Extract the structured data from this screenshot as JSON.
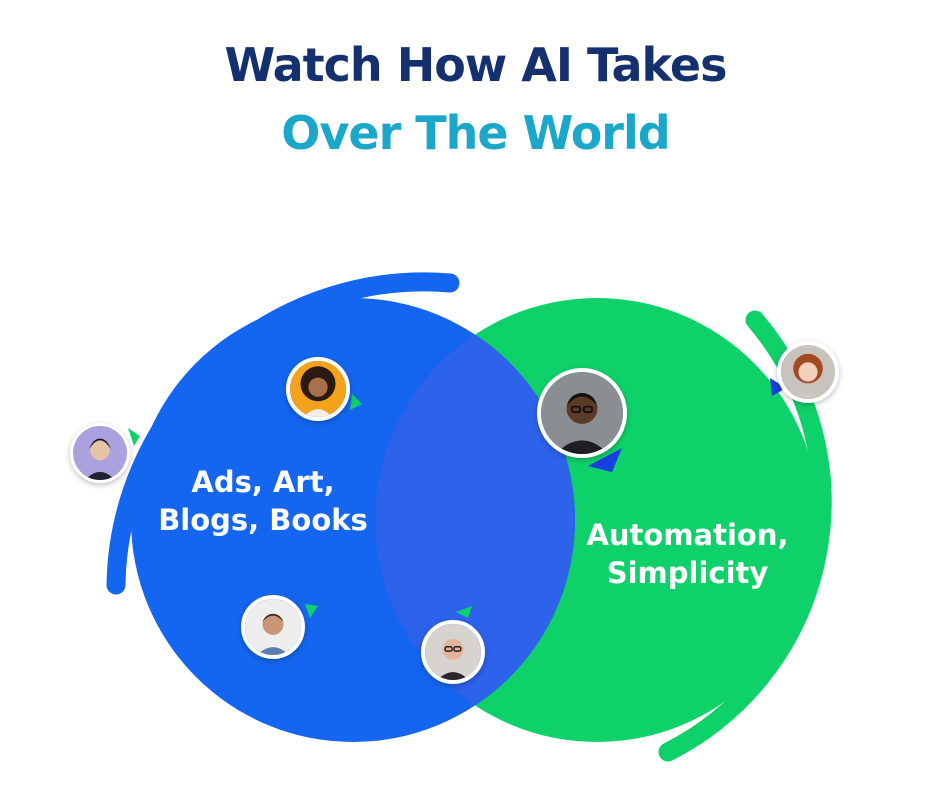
{
  "title": {
    "line1": "Watch How AI Takes",
    "line2": "Over The World"
  },
  "colors": {
    "title_primary": "#14306e",
    "title_accent": "#1aa7c9",
    "circle_left": "#1466f0",
    "circle_right": "#0fd16a",
    "overlap": "#2d62ea",
    "arc_left": "#1466f0",
    "arc_right": "#0fd16a"
  },
  "circles": [
    {
      "id": "left",
      "label_lines": [
        "Ads, Art,",
        "Blogs, Books"
      ]
    },
    {
      "id": "right",
      "label_lines": [
        "Automation,",
        "Simplicity"
      ]
    }
  ],
  "avatars": [
    {
      "id": "woman-left-arc",
      "icon": "person-avatar-icon"
    },
    {
      "id": "woman-curly-hair",
      "icon": "person-avatar-icon"
    },
    {
      "id": "man-glasses-large",
      "icon": "person-avatar-icon"
    },
    {
      "id": "woman-red-hair",
      "icon": "person-avatar-icon"
    },
    {
      "id": "man-smiling",
      "icon": "person-avatar-icon"
    },
    {
      "id": "man-bald-glasses",
      "icon": "person-avatar-icon"
    }
  ]
}
